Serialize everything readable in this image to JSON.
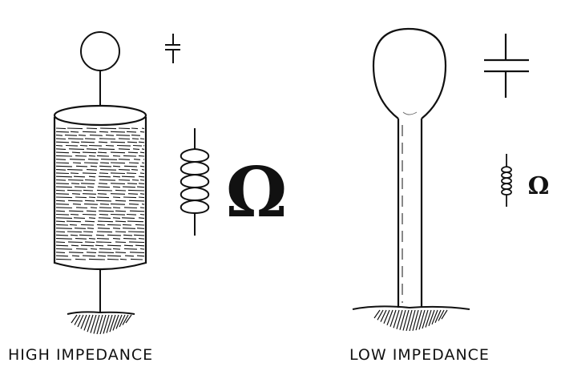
{
  "panels": [
    {
      "id": "high",
      "caption": "HIGH IMPEDANCE",
      "ohm_symbol": "Ω"
    },
    {
      "id": "low",
      "caption": "LOW IMPEDANCE",
      "ohm_symbol": "Ω"
    }
  ],
  "colors": {
    "ink": "#111111",
    "paper": "#ffffff"
  }
}
